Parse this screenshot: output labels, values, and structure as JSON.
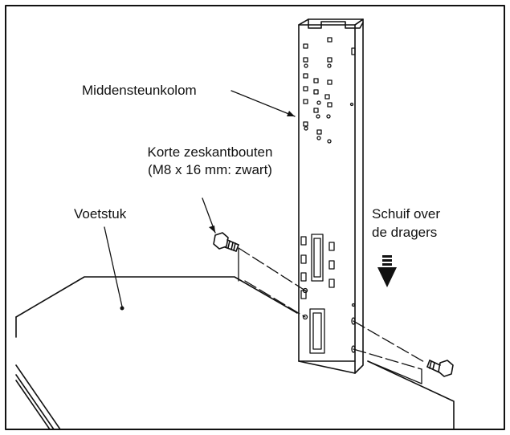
{
  "labels": {
    "column": "Middensteunkolom",
    "bolts_line1": "Korte zeskantbouten",
    "bolts_line2": "(M8 x 16 mm: zwart)",
    "base": "Voetstuk",
    "slide_line1": "Schuif over",
    "slide_line2": "de dragers"
  },
  "colors": {
    "line": "#111111",
    "background": "#ffffff"
  }
}
